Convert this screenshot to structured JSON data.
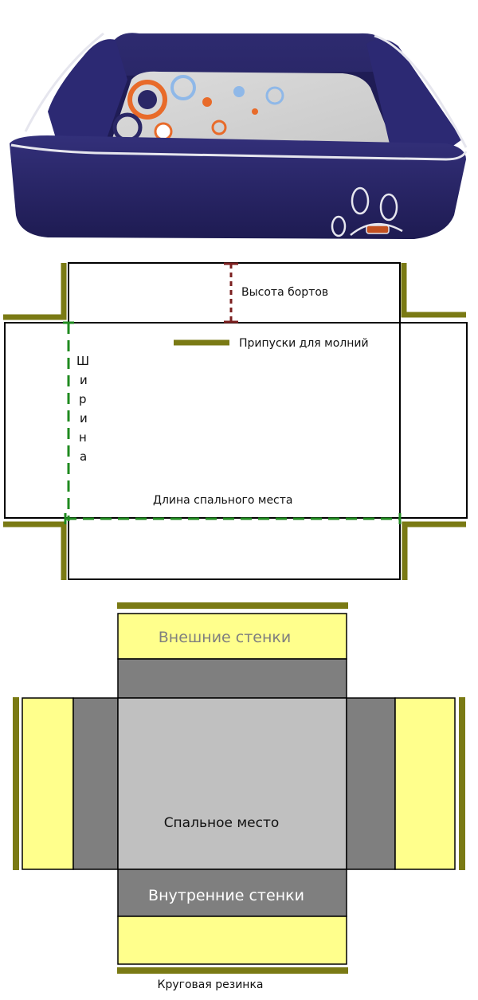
{
  "pattern": {
    "side_height_label": "Высота бортов",
    "zipper_allowance_label": "Припуски для молний",
    "width_label_letters": [
      "Ш",
      "и",
      "р",
      "и",
      "н",
      "а"
    ],
    "length_label": "Длина спального места"
  },
  "layout": {
    "outer_walls_label": "Внешние стенки",
    "sleeping_place_label": "Спальное место",
    "inner_walls_label": "Внутренние стенки",
    "elastic_label": "Круговая резинка"
  },
  "colors": {
    "bed_fabric": "#2a2766",
    "allowance_olive": "#7a7a14",
    "dimension_red": "#7b1f1f",
    "dimension_green": "#1f8a1f",
    "outer_wall_yellow": "#ffff8c",
    "inner_wall_gray": "#7f7f7f",
    "sleeping_place_gray": "#c0c0c0"
  }
}
